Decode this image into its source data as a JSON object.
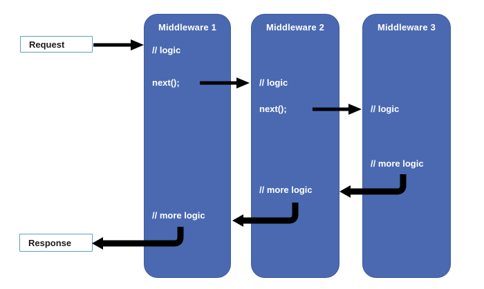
{
  "request": {
    "label": "Request"
  },
  "response": {
    "label": "Response"
  },
  "middlewares": [
    {
      "title": "Middleware 1",
      "logic": "// logic",
      "next": "next();",
      "more_logic": "// more logic"
    },
    {
      "title": "Middleware 2",
      "logic": "// logic",
      "next": "next();",
      "more_logic": "// more logic"
    },
    {
      "title": "Middleware 3",
      "logic": "// logic",
      "more_logic": "// more logic"
    }
  ],
  "colors": {
    "block_fill": "#4a69b1",
    "block_border": "#3e5a9b",
    "block_text": "#ffffff",
    "io_border": "#5b9bd5",
    "io_text": "#1a1a1a",
    "arrow": "#000000"
  }
}
